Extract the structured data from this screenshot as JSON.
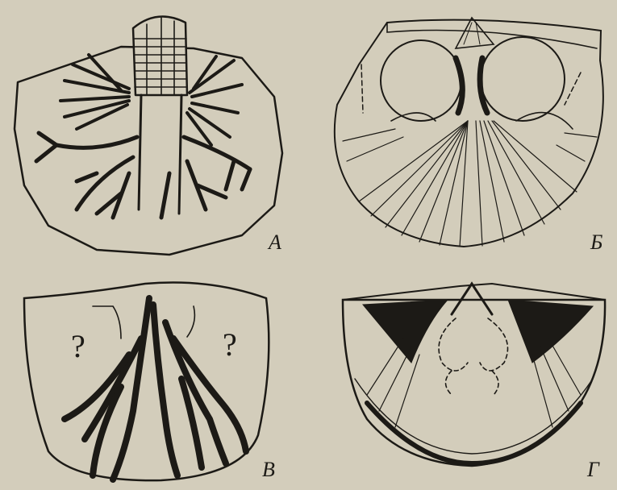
{
  "figures": [
    {
      "label": "А"
    },
    {
      "label": "Б"
    },
    {
      "label": "В",
      "marks": [
        "?",
        "?"
      ]
    },
    {
      "label": "Г"
    }
  ],
  "colors": {
    "paper": "#d3cdbb",
    "ink": "#1c1a16"
  }
}
